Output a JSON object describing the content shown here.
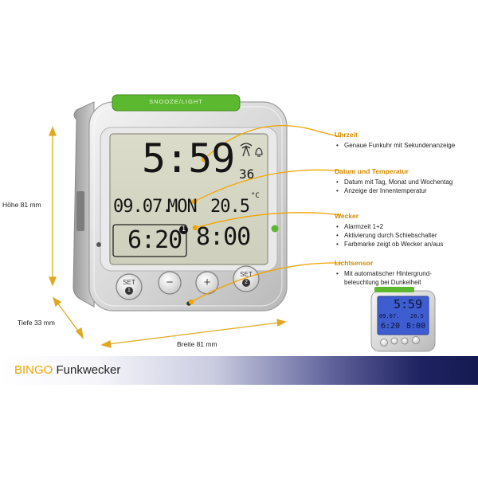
{
  "clock": {
    "snooze_label": "SNOOZE/LIGHT",
    "time": "5:59",
    "seconds": "36",
    "date": "09.07.",
    "weekday": "MON",
    "temperature": "20.5",
    "temp_unit": "°C",
    "alarm1": "6:20",
    "alarm1_index": "1",
    "alarm2": "8:00",
    "buttons": {
      "set1": "SET",
      "set1_num": "1",
      "minus": "−",
      "plus": "+",
      "set2": "SET",
      "set2_num": "2"
    }
  },
  "dimensions": {
    "height": "Höhe 81 mm",
    "depth": "Tiefe 33 mm",
    "width": "Breite 81 mm"
  },
  "callouts": [
    {
      "title": "Uhrzeit",
      "items": [
        "Genaue Funkuhr mit Sekundenanzeige"
      ]
    },
    {
      "title": "Datum und Temperatur",
      "items": [
        "Datum mit Tag, Monat und Wochentag",
        "Anzeige der Innentemperatur"
      ]
    },
    {
      "title": "Wecker",
      "items": [
        "Alarmzeit 1+2",
        "Aktivierung durch Schiebschalter",
        "Farbmarke zeigt ob Wecker an/aus"
      ]
    },
    {
      "title": "Lichtsensor",
      "items": [
        "Mit automatischer Hintergrund-beleuchtung bei Dunkelheit"
      ]
    }
  ],
  "footer": {
    "brand": "BINGO",
    "product": "Funkwecker"
  },
  "colors": {
    "accent_orange": "#f0a500",
    "callout_title": "#d48a00",
    "snooze_green": "#5cb82e",
    "lcd_bg": "#d6d6c4",
    "backlit_lcd": "#3d5dd0",
    "brand_orange": "#f0a500",
    "banner_dark": "#161a52"
  }
}
